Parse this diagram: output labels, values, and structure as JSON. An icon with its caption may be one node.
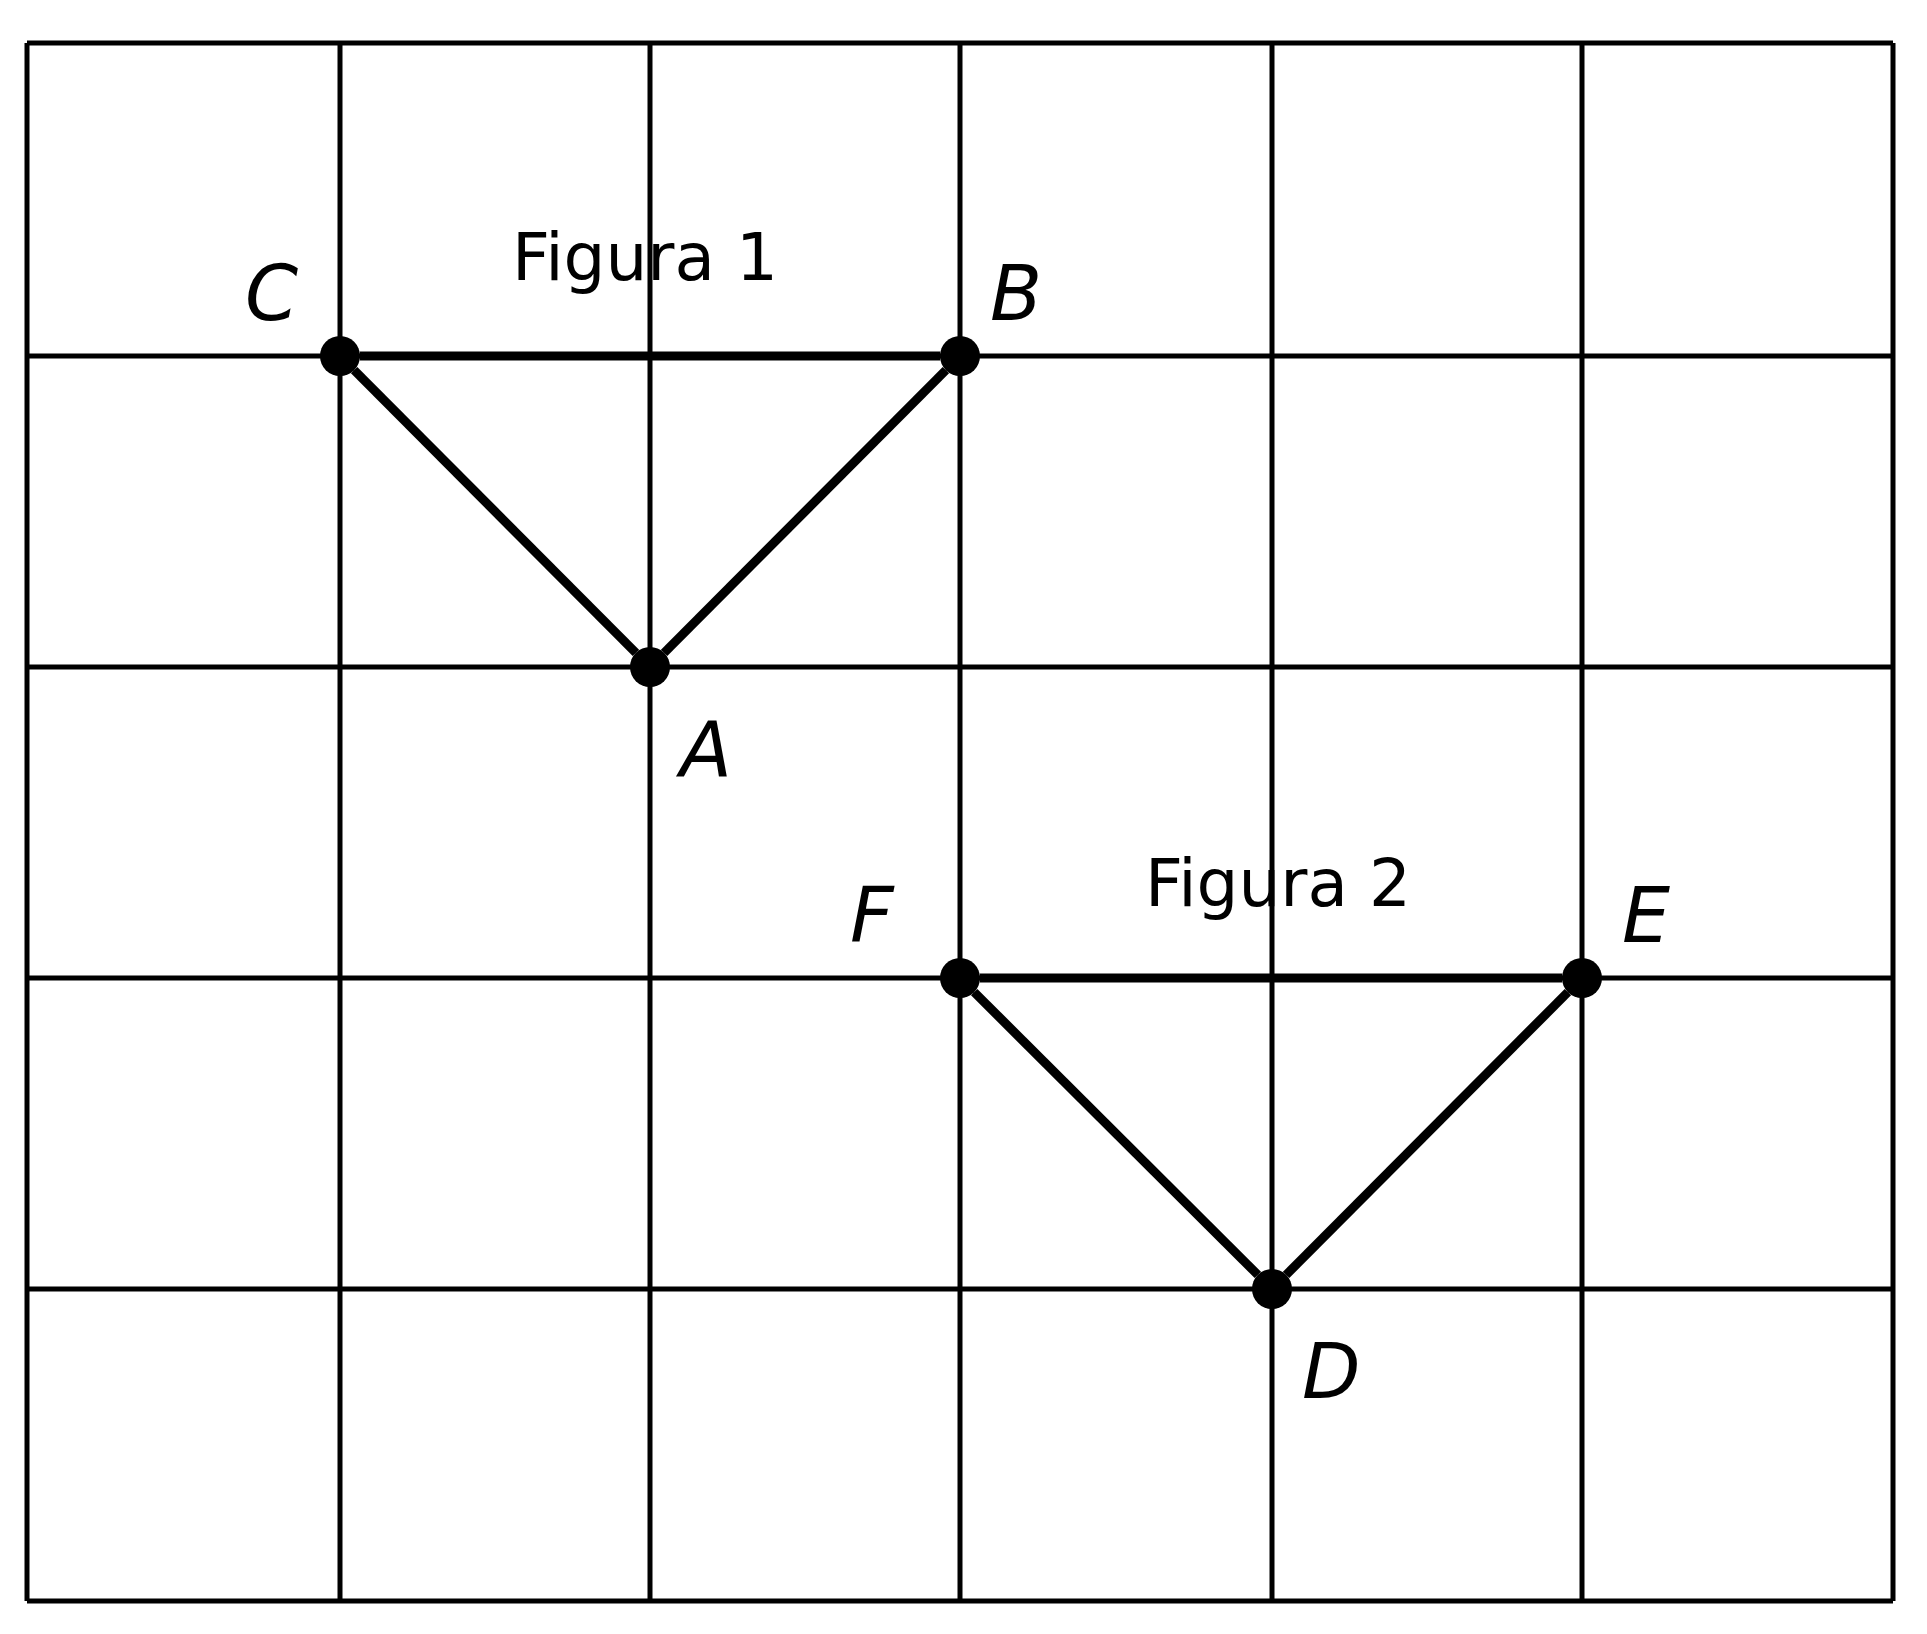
{
  "diagram": {
    "nodes": [
      {
        "text": [],
        "shape": "circle",
        "beside": [
          "C"
        ]
      },
      {
        "text": [],
        "shape": "circle",
        "beside": [
          "B"
        ]
      },
      {
        "text": [],
        "shape": "circle",
        "beside": [
          "A"
        ]
      },
      {
        "text": [],
        "shape": "circle",
        "beside": [
          "F"
        ]
      },
      {
        "text": [],
        "shape": "circle",
        "beside": [
          "E"
        ]
      },
      {
        "text": [],
        "shape": "circle",
        "beside": [
          "D"
        ]
      }
    ],
    "edges": [
      {
        "from": 0,
        "to": 1,
        "arrow": "none"
      },
      {
        "from": 0,
        "to": 2,
        "arrow": "none"
      },
      {
        "from": 1,
        "to": 2,
        "arrow": "none"
      },
      {
        "from": 3,
        "to": 4,
        "arrow": "none"
      },
      {
        "from": 3,
        "to": 5,
        "arrow": "none"
      },
      {
        "from": 4,
        "to": 5,
        "arrow": "none"
      }
    ],
    "labels": [
      "Figura 1",
      "Figura 2"
    ]
  }
}
